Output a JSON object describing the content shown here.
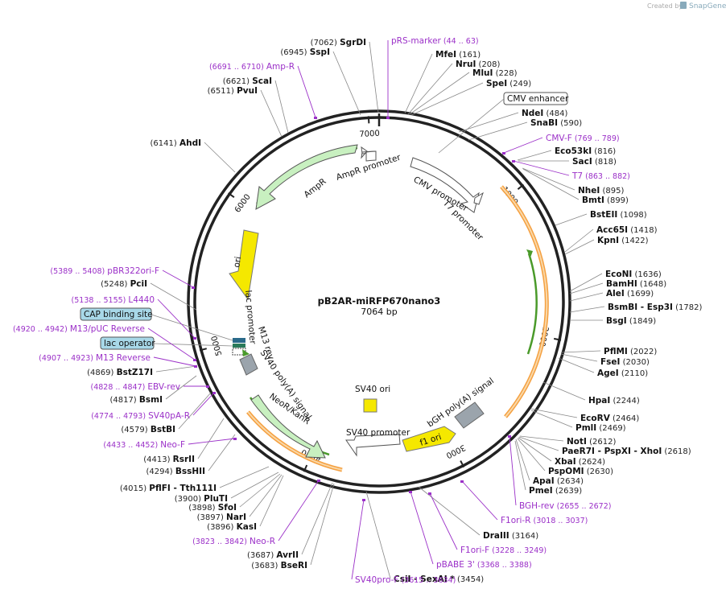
{
  "credit": {
    "prefix": "Created by",
    "brand": "SnapGene"
  },
  "plasmid": {
    "name": "pB2AR-miRFP670nano3",
    "length": "7064 bp"
  },
  "ruler": [
    "1000",
    "2000",
    "3000",
    "4000",
    "5000",
    "6000",
    "7000"
  ],
  "sites": [
    {
      "name": "SgrDI",
      "pos": "(7062)"
    },
    {
      "name": "SspI",
      "pos": "(6945)"
    },
    {
      "name": "ScaI",
      "pos": "(6621)"
    },
    {
      "name": "PvuI",
      "pos": "(6511)"
    },
    {
      "name": "AhdI",
      "pos": "(6141)"
    },
    {
      "name": "PciI",
      "pos": "(5248)"
    },
    {
      "name": "BstZ17I",
      "pos": "(4869)"
    },
    {
      "name": "BsmI",
      "pos": "(4817)"
    },
    {
      "name": "BstBI",
      "pos": "(4579)"
    },
    {
      "name": "RsrII",
      "pos": "(4413)"
    },
    {
      "name": "BssHII",
      "pos": "(4294)"
    },
    {
      "name": "PflFI - Tth111I",
      "pos": "(4015)"
    },
    {
      "name": "PluTI",
      "pos": "(3900)"
    },
    {
      "name": "SfoI",
      "pos": "(3898)"
    },
    {
      "name": "NarI",
      "pos": "(3897)"
    },
    {
      "name": "KasI",
      "pos": "(3896)"
    },
    {
      "name": "AvrII",
      "pos": "(3687)"
    },
    {
      "name": "BseRI",
      "pos": "(3683)"
    },
    {
      "name": "CsiI - SexAI *",
      "pos": "(3454)"
    },
    {
      "name": "DraIII",
      "pos": "(3164)"
    },
    {
      "name": "PmeI",
      "pos": "(2639)"
    },
    {
      "name": "ApaI",
      "pos": "(2634)"
    },
    {
      "name": "PspOMI",
      "pos": "(2630)"
    },
    {
      "name": "XbaI",
      "pos": "(2624)"
    },
    {
      "name": "PaeR7I - PspXI - XhoI",
      "pos": "(2618)"
    },
    {
      "name": "NotI",
      "pos": "(2612)"
    },
    {
      "name": "PmlI",
      "pos": "(2469)"
    },
    {
      "name": "EcoRV",
      "pos": "(2464)"
    },
    {
      "name": "HpaI",
      "pos": "(2244)"
    },
    {
      "name": "AgeI",
      "pos": "(2110)"
    },
    {
      "name": "FseI",
      "pos": "(2030)"
    },
    {
      "name": "PflMI",
      "pos": "(2022)"
    },
    {
      "name": "BsgI",
      "pos": "(1849)"
    },
    {
      "name": "BsmBI - Esp3I",
      "pos": "(1782)"
    },
    {
      "name": "AleI",
      "pos": "(1699)"
    },
    {
      "name": "BamHI",
      "pos": "(1648)"
    },
    {
      "name": "EcoNI",
      "pos": "(1636)"
    },
    {
      "name": "KpnI",
      "pos": "(1422)"
    },
    {
      "name": "Acc65I",
      "pos": "(1418)"
    },
    {
      "name": "BstEII",
      "pos": "(1098)"
    },
    {
      "name": "BmtI",
      "pos": "(899)"
    },
    {
      "name": "NheI",
      "pos": "(895)"
    },
    {
      "name": "SacI",
      "pos": "(818)"
    },
    {
      "name": "Eco53kI",
      "pos": "(816)"
    },
    {
      "name": "SnaBI",
      "pos": "(590)"
    },
    {
      "name": "NdeI",
      "pos": "(484)"
    },
    {
      "name": "SpeI",
      "pos": "(249)"
    },
    {
      "name": "MluI",
      "pos": "(228)"
    },
    {
      "name": "NruI",
      "pos": "(208)"
    },
    {
      "name": "MfeI",
      "pos": "(161)"
    }
  ],
  "primers": [
    {
      "name": "pRS-marker",
      "range": "(44 .. 63)"
    },
    {
      "name": "Amp-R",
      "range": "(6691 .. 6710)"
    },
    {
      "name": "pBR322ori-F",
      "range": "(5389 .. 5408)"
    },
    {
      "name": "L4440",
      "range": "(5138 .. 5155)"
    },
    {
      "name": "M13/pUC Reverse",
      "range": "(4920 .. 4942)"
    },
    {
      "name": "M13 Reverse",
      "range": "(4907 .. 4923)"
    },
    {
      "name": "EBV-rev",
      "range": "(4828 .. 4847)"
    },
    {
      "name": "SV40pA-R",
      "range": "(4774 .. 4793)"
    },
    {
      "name": "Neo-F",
      "range": "(4433 .. 4452)"
    },
    {
      "name": "Neo-R",
      "range": "(3823 .. 3842)"
    },
    {
      "name": "SV40pro-F",
      "range": "(3615 .. 3634)"
    },
    {
      "name": "pBABE 3'",
      "range": "(3368 .. 3388)"
    },
    {
      "name": "F1ori-F",
      "range": "(3228 .. 3249)"
    },
    {
      "name": "F1ori-R",
      "range": "(3018 .. 3037)"
    },
    {
      "name": "BGH-rev",
      "range": "(2655 .. 2672)"
    },
    {
      "name": "CMV-F",
      "range": "(769 .. 789)"
    },
    {
      "name": "T7",
      "range": "(863 .. 882)"
    }
  ],
  "boxes": [
    "CMV enhancer",
    "CAP binding site",
    "lac operator"
  ],
  "features": {
    "ampr": "AmpR",
    "ampr_promoter": "AmpR promoter",
    "cmv_promoter": "CMV promoter",
    "t7_promoter": "T7 promoter",
    "ori": "ori",
    "lac_promoter": "lac promoter",
    "m13_rev": "M13 rev",
    "sv40_polya": "SV40 poly(A) signal",
    "neor": "NeoR/KanR",
    "sv40_promoter": "SV40 promoter",
    "sv40_ori": "SV40 ori",
    "bgh_polya": "bGH poly(A) signal",
    "f1_ori": "f1 ori"
  },
  "colors": {
    "primer": "#9b30c8",
    "orf": "#f5a040",
    "green": "#4a9a2a",
    "arrow": "#c8f0c0"
  }
}
